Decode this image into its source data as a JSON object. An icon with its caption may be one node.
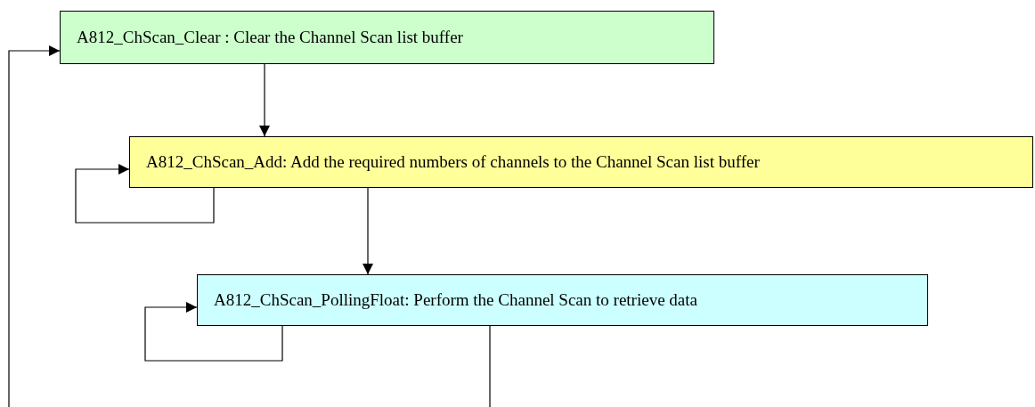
{
  "diagram": {
    "nodes": [
      {
        "text": [
          "A812_ChScan_Clear : Clear the Channel Scan list buffer"
        ]
      },
      {
        "text": [
          "A812_ChScan_Add: Add the required numbers of channels to the Channel Scan list buffer"
        ]
      },
      {
        "text": [
          "A812_ChScan_PollingFloat: Perform the Channel Scan to retrieve data"
        ]
      }
    ],
    "edges": [
      {
        "from": 0,
        "to": 1,
        "arrow": "to"
      },
      {
        "from": 1,
        "to": 1,
        "arrow": "to"
      },
      {
        "from": 1,
        "to": 2,
        "arrow": "to"
      },
      {
        "from": 2,
        "to": 2,
        "arrow": "to"
      },
      {
        "from": 2,
        "to": null,
        "arrow": "none"
      },
      {
        "from": null,
        "to": 0,
        "arrow": "to"
      }
    ]
  }
}
